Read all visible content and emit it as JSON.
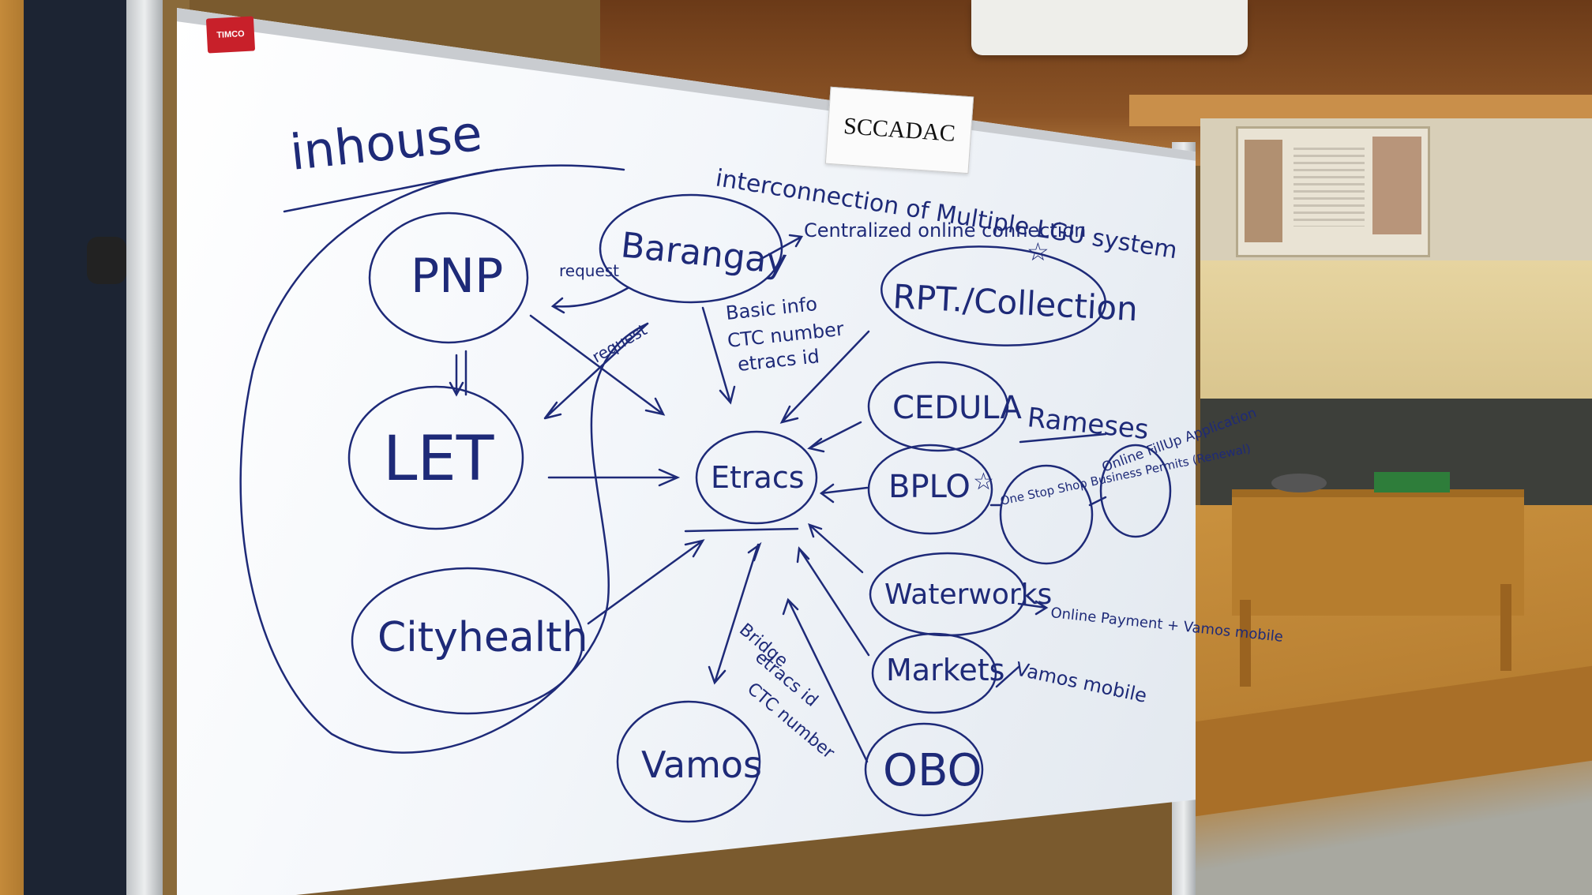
{
  "board_label": "SCCADAC",
  "brand": "TIMCO",
  "nodes": {
    "pnp": "PNP",
    "let": "LET",
    "cityhealth": "Cityhealth",
    "barangay": "Barangay",
    "etracs": "Etracs",
    "rpt": "RPT./Collection",
    "cedula": "CEDULA",
    "bplo": "BPLO",
    "onestop": "One Stop Shop Business Permits (Renewal)",
    "online_app": "Online FillUp Application",
    "waterworks": "Waterworks",
    "markets": "Markets",
    "obo": "OBO",
    "vamos": "Vamos"
  },
  "notes": {
    "inhouse": "inhouse",
    "interconnection": "interconnection of Multiple LGU system",
    "centralized": "Centralized online connection",
    "basic_info": "Basic info",
    "ctc_number": "CTC number",
    "etracs_id": "etracs id",
    "request_a": "request",
    "request_b": "request",
    "rameses": "Rameses",
    "waterworks_note": "Online Payment + Vamos mobile",
    "markets_note": "Vamos mobile",
    "bridge": "Bridge",
    "bridge_etracs": "etracs id",
    "bridge_ctc": "CTC number"
  }
}
